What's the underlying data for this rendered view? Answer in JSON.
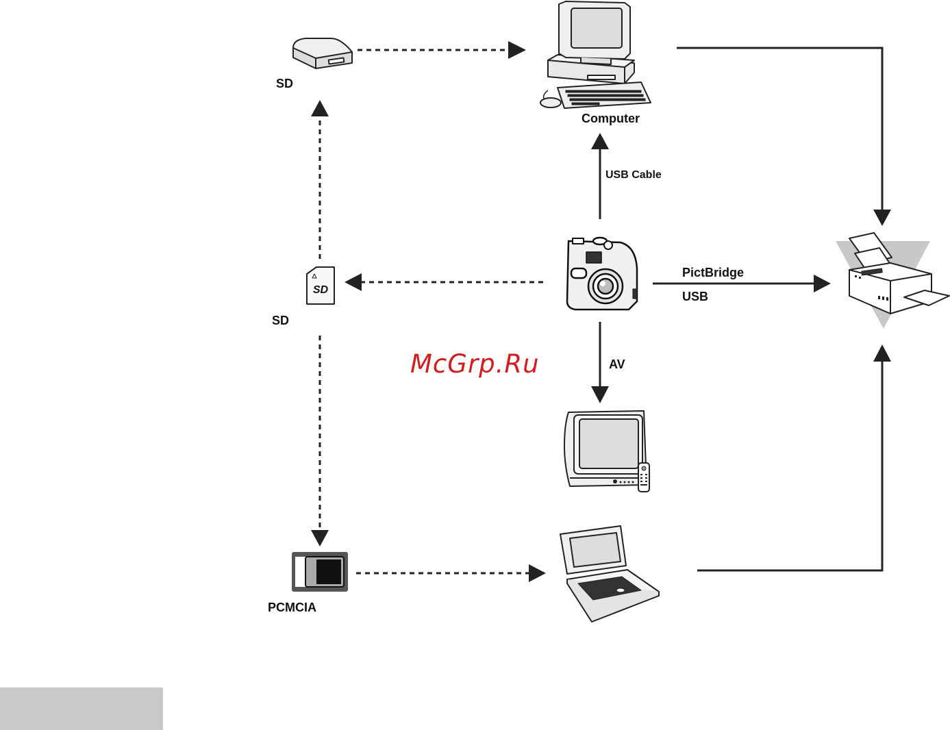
{
  "labels": {
    "sd_top": "SD",
    "computer": "Computer",
    "usb_cable": "USB Cable",
    "sd_card": "SD",
    "pictbridge": "PictBridge",
    "usb": "USB",
    "av": "AV",
    "pcmcia": "PCMCIA"
  },
  "watermark": "McGrp.Ru",
  "colors": {
    "line": "#222222",
    "device_fill": "#eeeeee",
    "screen_fill": "#dcdcdc",
    "printer_bg": "#c8c8c8",
    "watermark": "#d11d1d",
    "page_tab": "#c9c9c9"
  },
  "icons": [
    "sd-reader-icon",
    "computer-icon",
    "camera-icon",
    "sd-card-icon",
    "printer-icon",
    "tv-icon",
    "pcmcia-adapter-icon",
    "laptop-icon"
  ]
}
